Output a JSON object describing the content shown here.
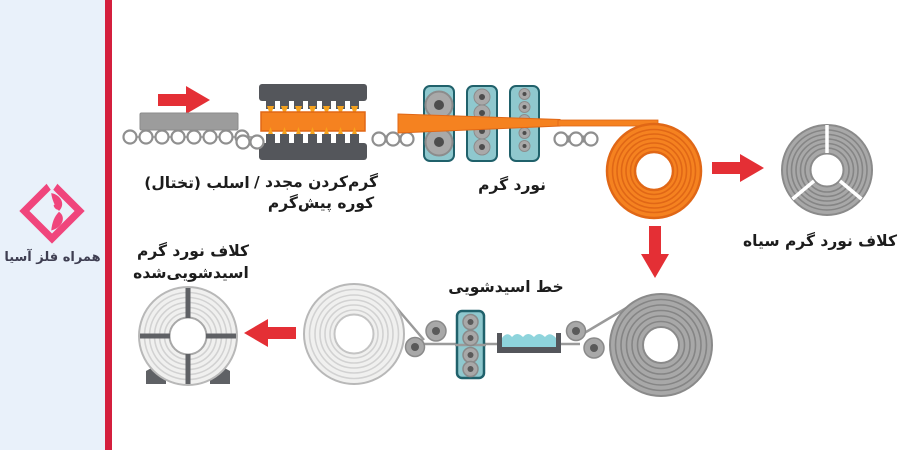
{
  "brand": {
    "name": "همراه فلز آسیا"
  },
  "diagram": {
    "slab_label": "اسلب (تختال)",
    "furnace_label_1": "گرم‌کردن مجدد /",
    "furnace_label_2": "کوره پیش‌گرم",
    "hot_rolling_label": "نورد گرم",
    "black_coil_label": "کلاف نورد گرم سیاه",
    "pickling_label": "خط اسیدشویی",
    "pickled_coil_label_1": "کلاف نورد گرم",
    "pickled_coil_label_2": "اسیدشویی‌شده"
  },
  "colors": {
    "accent-red": "#e42f35",
    "stripe-red": "#d41f3d",
    "brand-pink": "#f0457c",
    "hot-orange": "#f58220",
    "orange-dark": "#e06716",
    "machine-teal": "#8fc8ce",
    "teal-dark": "#20616b",
    "sidebar-bg": "#e9f1fa",
    "acid-liquid": "#8ed4dc",
    "text-dark": "#1c1c1c",
    "brand-text": "#3f3f52"
  }
}
